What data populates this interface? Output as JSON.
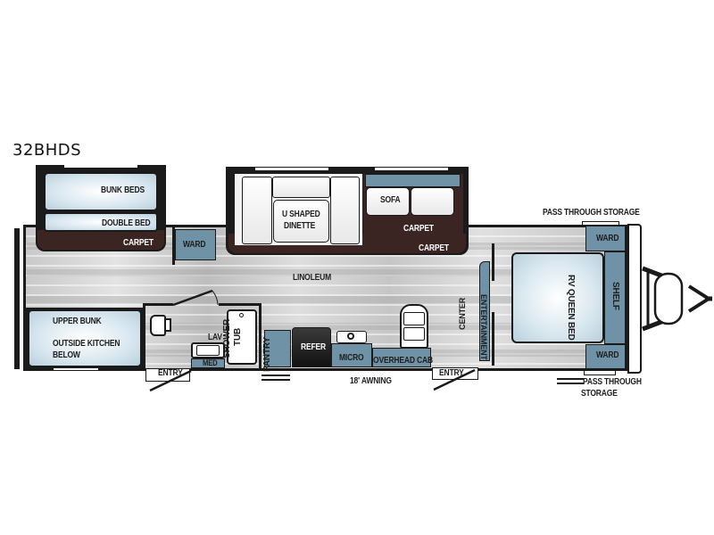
{
  "model": "32BHDS",
  "labels": {
    "bunk_beds": "BUNK BEDS",
    "double_bed": "DOUBLE BED",
    "carpet_bunk": "CARPET",
    "ward_left": "WARD",
    "u_shaped_dinette_1": "U SHAPED",
    "u_shaped_dinette_2": "DINETTE",
    "sofa": "SOFA",
    "carpet_slide": "CARPET",
    "carpet_slide_lower": "CARPET",
    "linoleum": "LINOLEUM",
    "pass_through_storage_top": "PASS THROUGH STORAGE",
    "ward_front_top": "WARD",
    "ward_front_bottom": "WARD",
    "shelf": "SHELF",
    "rv_queen_bed": "RV QUEEN BED",
    "entertainment_center_1": "ENTERTAINMENT",
    "entertainment_center_2": "CENTER",
    "upper_bunk": "UPPER BUNK",
    "outside_kitchen_1": "OUTSIDE KITCHEN",
    "outside_kitchen_2": "BELOW",
    "lav": "LAV",
    "med": "MED",
    "shower_tub_1": "SHOWER",
    "shower_tub_2": "TUB",
    "pantry": "PANTRY",
    "refer": "REFER",
    "micro": "MICRO",
    "overhead_cab": "OVERHEAD CAB",
    "entry_rear": "ENTRY",
    "entry_main": "ENTRY",
    "awning": "18' AWNING",
    "pass_through_storage_bottom_1": "PASS THROUGH",
    "pass_through_storage_bottom_2": "STORAGE"
  },
  "colors": {
    "wall": "#1b1b1b",
    "cabinet_blue": "#6f92a6",
    "carpet": "#3a2522",
    "bed_blue": "#cfe1ea",
    "floor_gray": "#cfcfcf"
  }
}
